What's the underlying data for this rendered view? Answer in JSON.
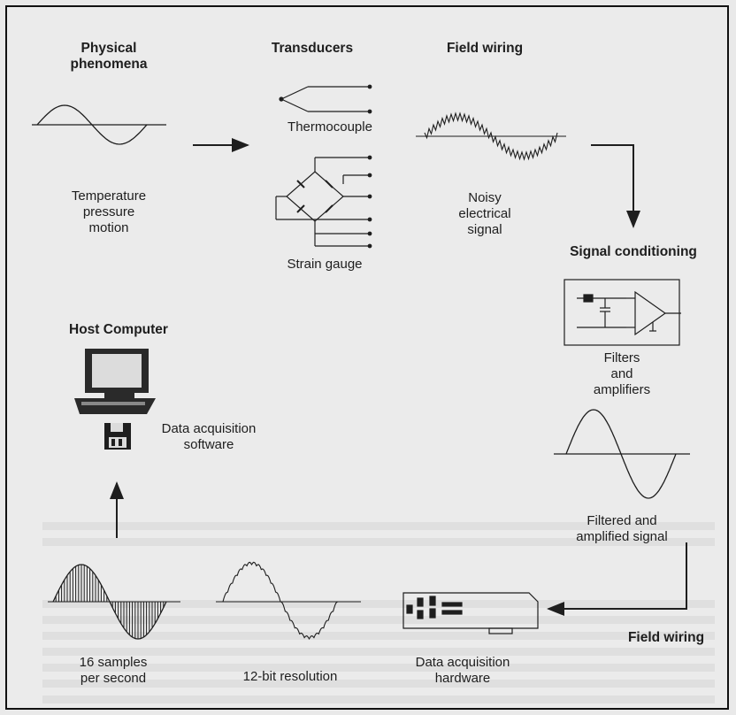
{
  "labels": {
    "physical": "Physical\nphenomena",
    "transducers": "Transducers",
    "field_wiring_top": "Field wiring",
    "thermocouple": "Thermocouple",
    "strain_gauge": "Strain gauge",
    "temperature": "Temperature\npressure\nmotion",
    "noisy": "Noisy\nelectrical\nsignal",
    "signal_conditioning": "Signal conditioning",
    "filters": "Filters\nand\namplifiers",
    "filtered": "Filtered and\namplified signal",
    "host": "Host Computer",
    "daq_software": "Data acquisition\nsoftware",
    "samples": "16 samples\nper second",
    "resolution": "12-bit resolution",
    "daq_hardware": "Data acquisition\nhardware",
    "field_wiring_bottom": "Field wiring"
  },
  "icons": {
    "computer": "desktop-computer-icon",
    "disk": "floppy-disk-icon",
    "board": "daq-board-icon"
  },
  "colors": {
    "ink": "#1e1e1e",
    "background": "#ebebeb"
  }
}
